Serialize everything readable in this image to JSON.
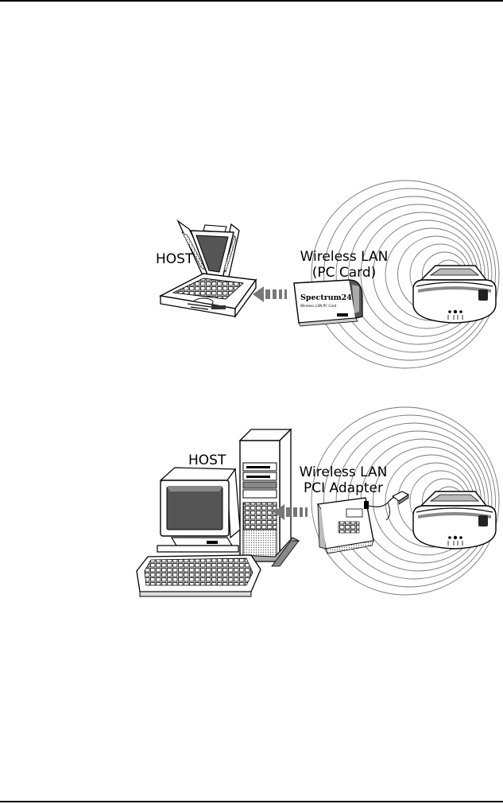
{
  "figures": [
    {
      "host_label": "HOST",
      "adapter_label_line1": "Wireless LAN",
      "adapter_label_line2": "(PC Card)",
      "card_brand": "Spectrum24",
      "card_subtitle": "Wireless LAN PC Card"
    },
    {
      "host_label": "HOST",
      "adapter_label_line1": "Wireless LAN",
      "adapter_label_line2": "PCI Adapter"
    }
  ],
  "icons": {
    "laptop": "laptop-icon",
    "desktop": "desktop-computer-icon",
    "access_point": "access-point-icon",
    "arrow": "insert-arrow-icon",
    "waves": "radio-waves-icon"
  }
}
